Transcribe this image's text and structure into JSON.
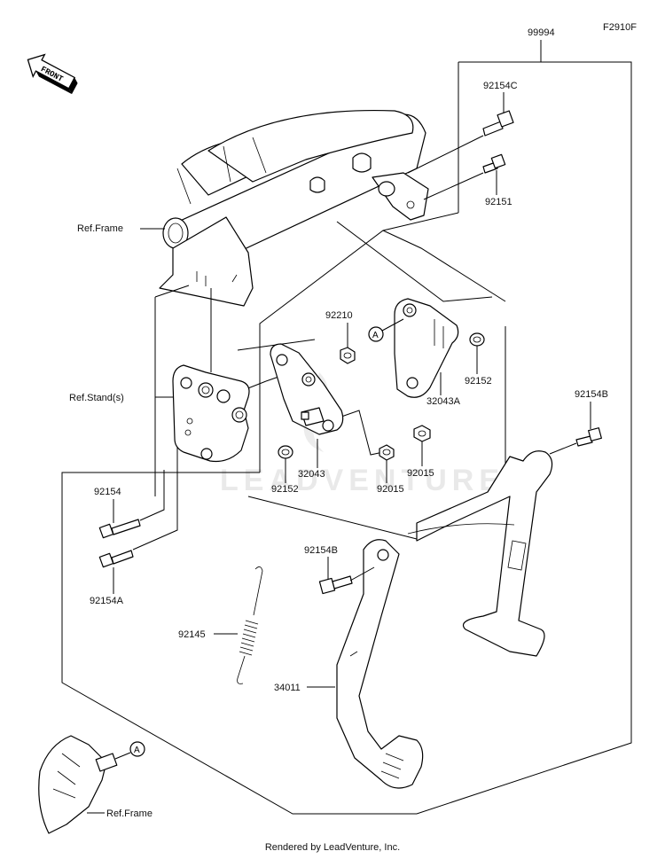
{
  "figure_code": "F2910F",
  "front_label": "FRONT",
  "watermark": "LEADVENTURE",
  "footer": "Rendered by LeadVenture, Inc.",
  "callout_letter": "A",
  "labels": {
    "p99994": "99994",
    "p92154C": "92154C",
    "p92151": "92151",
    "ref_frame_top": "Ref.Frame",
    "p92210": "92210",
    "ref_stand": "Ref.Stand(s)",
    "p92152_right": "92152",
    "p32043A": "32043A",
    "p92154B_right": "92154B",
    "p92015_right": "92015",
    "p32043": "32043",
    "p92015_left": "92015",
    "p92152_left": "92152",
    "p92154": "92154",
    "p92154B_left": "92154B",
    "p92154A": "92154A",
    "p92145": "92145",
    "p34011": "34011",
    "ref_frame_bottom": "Ref.Frame"
  }
}
